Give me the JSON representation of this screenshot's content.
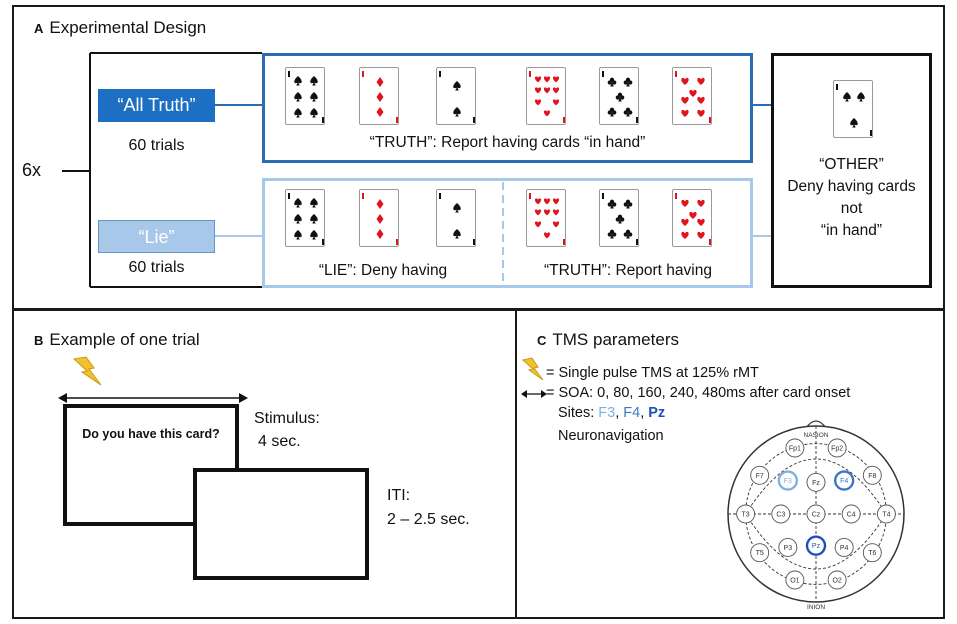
{
  "panelA": {
    "letter": "A",
    "title": "Experimental Design",
    "repeat": "6x",
    "block_truth": {
      "label": "“All Truth”",
      "trials": "60 trials",
      "color": "#1c6fc2"
    },
    "block_lie": {
      "label": "“Lie”",
      "trials": "60 trials",
      "color": "#a8c8ea"
    },
    "truth_caption": "“TRUTH”: Report having cards “in hand”",
    "lie_caption_left": "“LIE”: Deny having",
    "lie_caption_right": "“TRUTH”: Report having",
    "other_line1": "“OTHER”",
    "other_line2": "Deny having cards",
    "other_line3": "not",
    "other_line4": "“in hand”",
    "colors": {
      "truth_box": "#2a6db5",
      "lie_box": "#a8c8ea"
    }
  },
  "panelB": {
    "letter": "B",
    "title": "Example of one trial",
    "question": "Do you have this card?",
    "stimulus_label": "Stimulus:",
    "stimulus_time": "4 sec.",
    "iti_label": "ITI:",
    "iti_time": "2 – 2.5 sec.",
    "icons": [
      "lightning-icon",
      "double-arrow-icon"
    ]
  },
  "panelC": {
    "letter": "C",
    "title": "TMS parameters",
    "line1": "= Single pulse TMS at 125% rMT",
    "line2": "= SOA: 0, 80, 160, 240, 480ms after card onset",
    "sites_prefix": "Sites: ",
    "site_f3": "F3",
    "sep1": ", ",
    "site_f4": "F4",
    "sep2": ", ",
    "site_pz": "Pz",
    "line4": "Neuronavigation",
    "site_colors": {
      "F3": "#7fb0e0",
      "F4": "#3b78c4",
      "Pz": "#1f4fbf"
    },
    "eeg": {
      "nasion": "NASION",
      "inion": "INION",
      "electrodes": [
        "Fp1",
        "Fp2",
        "F7",
        "F3",
        "Fz",
        "F4",
        "F8",
        "T3",
        "C3",
        "Cz",
        "C4",
        "T4",
        "T5",
        "P3",
        "Pz",
        "P4",
        "T6",
        "O1",
        "O2"
      ]
    }
  }
}
